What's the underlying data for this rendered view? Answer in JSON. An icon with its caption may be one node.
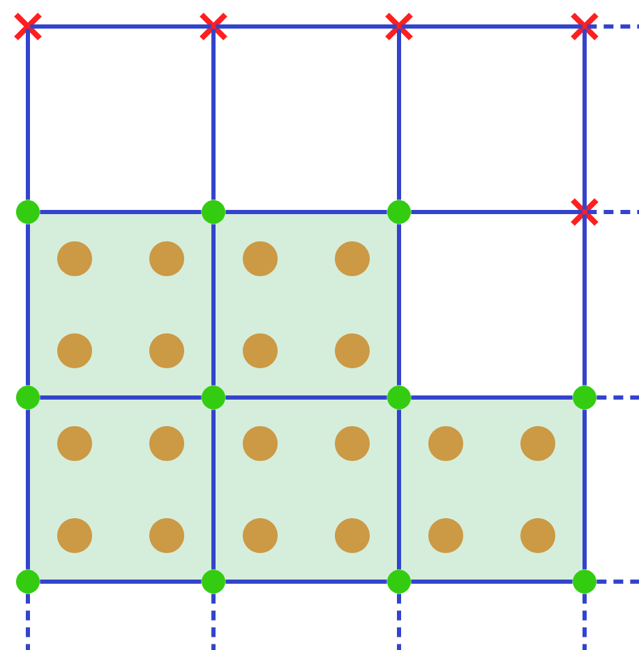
{
  "diagram": {
    "nodes": [
      {
        "text": [],
        "shape": "cross"
      },
      {
        "text": [],
        "shape": "cross"
      },
      {
        "text": [],
        "shape": "cross"
      },
      {
        "text": [],
        "shape": "cross"
      },
      {
        "text": [],
        "shape": "circle"
      },
      {
        "text": [],
        "shape": "circle"
      },
      {
        "text": [],
        "shape": "circle"
      },
      {
        "text": [],
        "shape": "cross"
      },
      {
        "text": [],
        "shape": "circle"
      },
      {
        "text": [],
        "shape": "circle"
      },
      {
        "text": [],
        "shape": "circle"
      },
      {
        "text": [],
        "shape": "circle"
      },
      {
        "text": [],
        "shape": "circle"
      },
      {
        "text": [],
        "shape": "circle"
      },
      {
        "text": [],
        "shape": "circle"
      },
      {
        "text": [],
        "shape": "circle"
      },
      {
        "text": [],
        "shape": "box"
      },
      {
        "text": [],
        "shape": "box"
      },
      {
        "text": [],
        "shape": "box"
      },
      {
        "text": [],
        "shape": "box"
      },
      {
        "text": [],
        "shape": "box"
      }
    ],
    "edges": [
      {
        "from": 0,
        "to": 1,
        "arrow": "none"
      },
      {
        "from": 1,
        "to": 2,
        "arrow": "none"
      },
      {
        "from": 2,
        "to": 3,
        "arrow": "none"
      },
      {
        "from": 4,
        "to": 5,
        "arrow": "none"
      },
      {
        "from": 5,
        "to": 6,
        "arrow": "none"
      },
      {
        "from": 6,
        "to": 7,
        "arrow": "none"
      },
      {
        "from": 8,
        "to": 9,
        "arrow": "none"
      },
      {
        "from": 9,
        "to": 10,
        "arrow": "none"
      },
      {
        "from": 10,
        "to": 11,
        "arrow": "none"
      },
      {
        "from": 12,
        "to": 13,
        "arrow": "none"
      },
      {
        "from": 13,
        "to": 14,
        "arrow": "none"
      },
      {
        "from": 14,
        "to": 15,
        "arrow": "none"
      },
      {
        "from": 0,
        "to": 4,
        "arrow": "none"
      },
      {
        "from": 4,
        "to": 8,
        "arrow": "none"
      },
      {
        "from": 8,
        "to": 12,
        "arrow": "none"
      },
      {
        "from": 1,
        "to": 5,
        "arrow": "none"
      },
      {
        "from": 5,
        "to": 9,
        "arrow": "none"
      },
      {
        "from": 9,
        "to": 13,
        "arrow": "none"
      },
      {
        "from": 2,
        "to": 6,
        "arrow": "none"
      },
      {
        "from": 6,
        "to": 10,
        "arrow": "none"
      },
      {
        "from": 10,
        "to": 14,
        "arrow": "none"
      },
      {
        "from": 3,
        "to": 7,
        "arrow": "none"
      },
      {
        "from": 7,
        "to": 11,
        "arrow": "none"
      },
      {
        "from": 11,
        "to": 15,
        "arrow": "none"
      },
      {
        "from": 3,
        "to": null,
        "arrow": "none",
        "style": "dashed"
      },
      {
        "from": 7,
        "to": null,
        "arrow": "none",
        "style": "dashed"
      },
      {
        "from": 11,
        "to": null,
        "arrow": "none",
        "style": "dashed"
      },
      {
        "from": 15,
        "to": null,
        "arrow": "none",
        "style": "dashed"
      },
      {
        "from": 12,
        "to": null,
        "arrow": "none",
        "style": "dashed"
      },
      {
        "from": 13,
        "to": null,
        "arrow": "none",
        "style": "dashed"
      },
      {
        "from": 14,
        "to": null,
        "arrow": "none",
        "style": "dashed"
      },
      {
        "from": 15,
        "to": null,
        "arrow": "none",
        "style": "dashed"
      }
    ]
  }
}
